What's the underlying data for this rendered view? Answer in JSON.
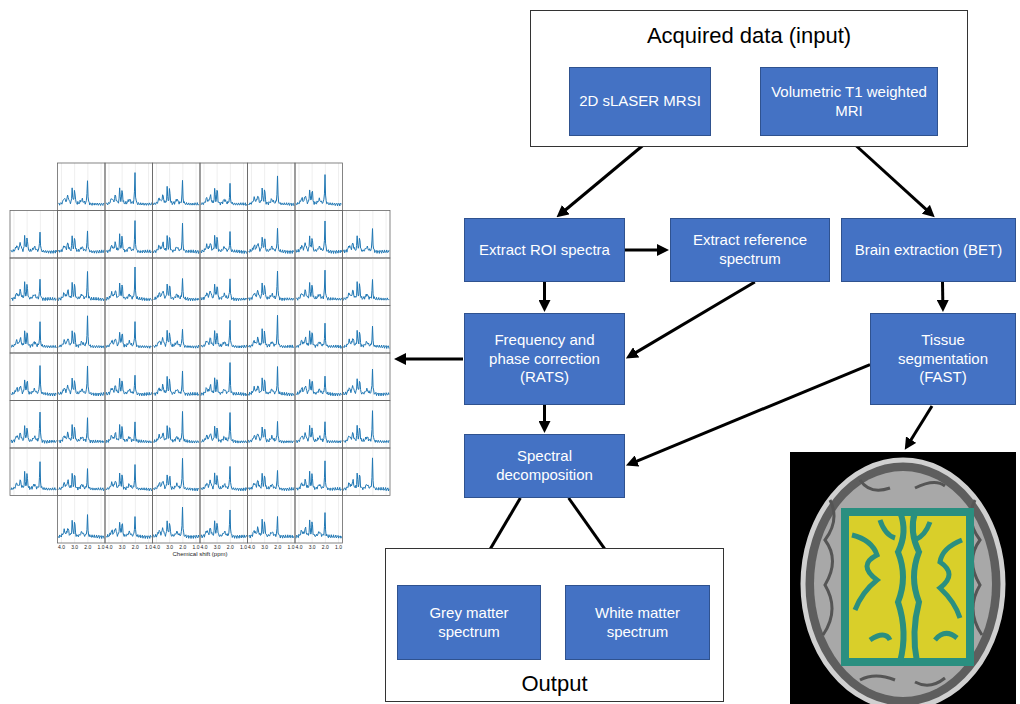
{
  "diagram": {
    "nodes": [
      {
        "text": [
          "Acquired data (input)"
        ]
      },
      {
        "text": [
          "2D sLASER MRSI"
        ],
        "in": 0
      },
      {
        "text": [
          "Volumetric T1 weighted MRI"
        ],
        "in": 0
      },
      {
        "text": [
          "Extract ROI spectra"
        ]
      },
      {
        "text": [
          "Extract reference spectrum"
        ]
      },
      {
        "text": [
          "Brain extraction (BET)"
        ]
      },
      {
        "text": [
          "Frequency and phase correction (RATS)"
        ]
      },
      {
        "text": [
          "Tissue segmentation (FAST)"
        ]
      },
      {
        "text": [
          "Spectral decomposition"
        ]
      },
      {
        "text": [
          "Output"
        ]
      },
      {
        "text": [
          "Grey matter spectrum"
        ],
        "in": 9
      },
      {
        "text": [
          "White matter spectrum"
        ],
        "in": 9
      }
    ],
    "edges": [
      {
        "from": 1,
        "to": 3,
        "arrow": "to"
      },
      {
        "from": 2,
        "to": 5,
        "arrow": "to"
      },
      {
        "from": 3,
        "to": 4,
        "arrow": "to"
      },
      {
        "from": 3,
        "to": 6,
        "arrow": "to"
      },
      {
        "from": 4,
        "to": 6,
        "arrow": "to"
      },
      {
        "from": 5,
        "to": 7,
        "arrow": "to"
      },
      {
        "from": 7,
        "to": 8,
        "arrow": "to"
      },
      {
        "from": 6,
        "to": 8,
        "arrow": "to"
      },
      {
        "from": 8,
        "to": 10,
        "arrow": "to"
      },
      {
        "from": 8,
        "to": 11,
        "arrow": "to"
      }
    ],
    "labels": [
      "4.0",
      "3.0",
      "2.0",
      "1.0",
      "4.0",
      "3.0",
      "2.0",
      "1.0",
      "4.0",
      "3.0",
      "2.0",
      "1.0",
      "4.0",
      "3.0",
      "2.0",
      "1.0",
      "4.0",
      "3.0",
      "2.0",
      "1.0",
      "4.0",
      "3.0",
      "2.0",
      "1.0",
      "Chemical shift (ppm)"
    ]
  }
}
